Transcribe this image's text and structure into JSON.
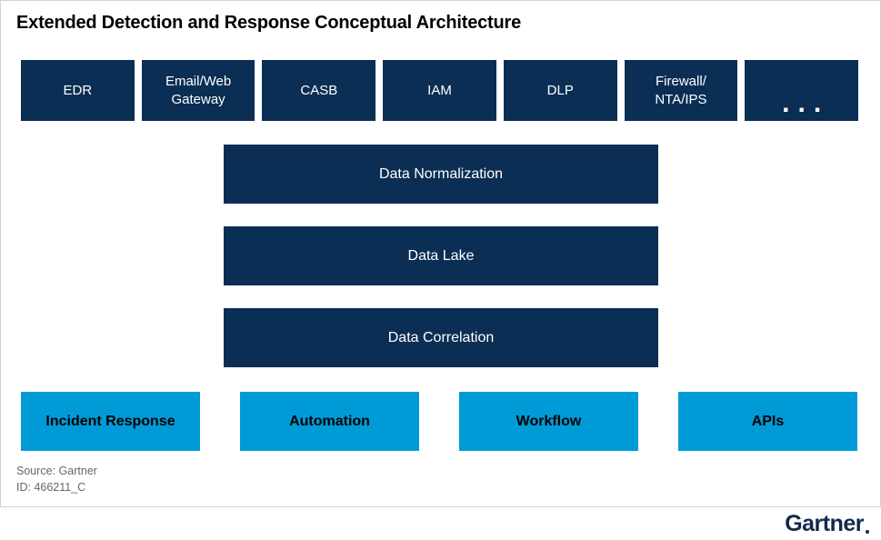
{
  "title": "Extended Detection and Response Conceptual Architecture",
  "sources_row": {
    "items": [
      {
        "label": "EDR"
      },
      {
        "label": "Email/Web\nGateway"
      },
      {
        "label": "CASB"
      },
      {
        "label": "IAM"
      },
      {
        "label": "DLP"
      },
      {
        "label": "Firewall/\nNTA/IPS"
      },
      {
        "label": "..."
      }
    ]
  },
  "processing_layers": {
    "items": [
      {
        "label": "Data Normalization"
      },
      {
        "label": "Data Lake"
      },
      {
        "label": "Data Correlation"
      }
    ]
  },
  "capabilities_row": {
    "items": [
      {
        "label": "Incident Response"
      },
      {
        "label": "Automation"
      },
      {
        "label": "Workflow"
      },
      {
        "label": "APIs"
      }
    ]
  },
  "footer": {
    "source": "Source: Gartner",
    "id": "ID: 466211_C"
  },
  "brand": {
    "logo_text": "Gartner"
  },
  "colors": {
    "navy": "#0b2e54",
    "cyan": "#009bd7",
    "logo_navy": "#13294e",
    "muted_text": "#65666a",
    "frame_border": "#d2d2d2",
    "title_text": "#000000"
  }
}
